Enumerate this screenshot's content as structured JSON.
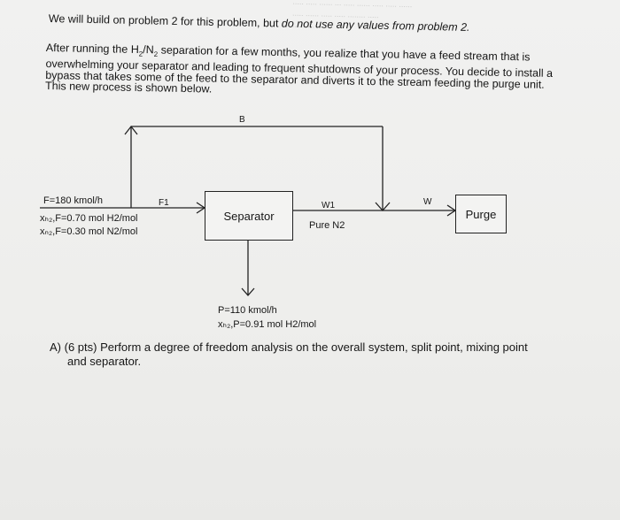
{
  "intro": "We will build on problem 2 for this problem, but do not use any values from problem 2.",
  "intro_prefix": "We will build on problem 2 for this problem, but ",
  "intro_emph": "do not use any values from problem 2.",
  "para": {
    "before_formula": "After running the ",
    "formula_h": "H",
    "formula_sub1": "2",
    "formula_slash": "/N",
    "formula_sub2": "2",
    "after_formula": " separation for a few months, you realize that you have a feed stream that is overwhelming your separator and leading to frequent shutdowns of your process. You decide to install a bypass that takes some of the feed to the separator and diverts it to the stream feeding the purge unit. This new process is shown below."
  },
  "diagram": {
    "bypass_label": "B",
    "f1_label": "F1",
    "w1_label": "W1",
    "w1_sub": "Pure N2",
    "w_label": "W",
    "separator": "Separator",
    "purge": "Purge",
    "feed_flow": "F=180 kmol/h",
    "feed_h2": "xₕ₂,F=0.70 mol H2/mol",
    "feed_n2": "xₙ₂,F=0.30 mol N2/mol",
    "product_flow": "P=110 kmol/h",
    "product_h2": "xₕ₂,P=0.91 mol H2/mol"
  },
  "question": {
    "part_a": "A) (6 pts) Perform a degree of freedom analysis on the overall system, split point, mixing point",
    "part_a_cont": "and separator."
  }
}
